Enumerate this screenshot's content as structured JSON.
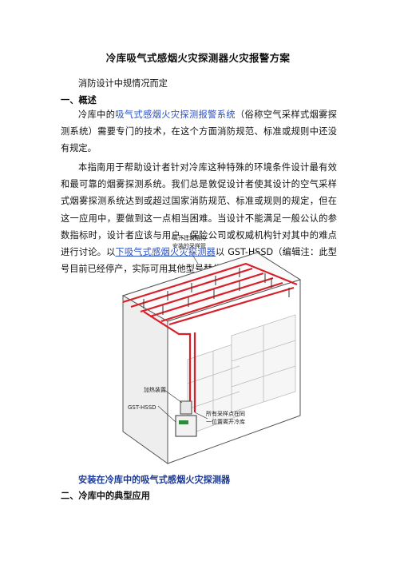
{
  "doc": {
    "title": "冷库吸气式感烟火灾探测器火灾报警方案",
    "subtitle": "消防设计中规情况而定",
    "section1": "一、概述",
    "p1": {
      "pre": "冷库中的",
      "link": "吸气式感烟火灾探测报警系统",
      "post": "（俗称空气采样式烟雾探测系统）需要专门的技术，在这个方面消防规范、标准或规则中还没有规定。"
    },
    "p2": {
      "pre": "本指南用于帮助设计者针对冷库这种特殊的环境条件设计最有效和最可靠的烟雾探测系统。我们总是敦促设计者使其设计的空气采样式烟雾探测系统达到或超过国家消防规范、标准或规则的规定，但在这一应用中，要做到这一点相当困难。当设计不能满足一般公认的参数指标时，设计者应该与用户、保险公司或权威机构针对其中的难点进行讨论。以",
      "link": "下吸气式感烟火灾探测器",
      "post": "以 GST-HSSD（编辑注：此型号目前已经停产，实际可用其他型号替代）为例。"
    },
    "figure": {
      "label_pipe": [
        "离开建筑结构",
        "安装的采样管"
      ],
      "label_heater": "加热装置",
      "label_device": "GST-HSSD",
      "label_inside": [
        "所有采样点在同",
        "一位置离开冷库"
      ]
    },
    "caption": "安装在冷库中的吸气式感烟火灾探测器",
    "section2": "二、冷库中的典型应用",
    "colors": {
      "link": "#2a4fc2",
      "pipe": "#d8202a",
      "caption": "#1c3a96"
    }
  }
}
